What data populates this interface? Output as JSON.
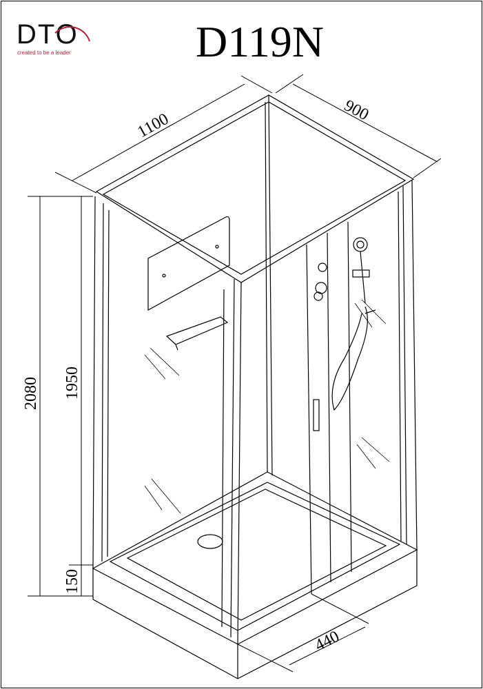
{
  "logo": {
    "brand": "DTO",
    "tagline": "created to be a leader",
    "accent": "#b0203a"
  },
  "title": "D119N",
  "dimensions": {
    "width": "1100",
    "depth": "900",
    "total_height": "2080",
    "cabin_height": "1950",
    "tray_height": "150",
    "door_width": "440"
  }
}
